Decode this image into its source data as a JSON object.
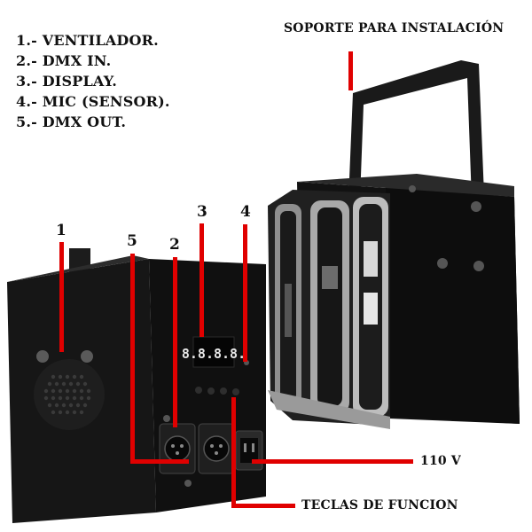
{
  "legend": {
    "items": [
      "1.- VENTILADOR.",
      "2.- DMX IN.",
      "3.- DISPLAY.",
      "4.- MIC (SENSOR).",
      "5.- DMX OUT."
    ]
  },
  "callouts": {
    "bracket": "SOPORTE PARA INSTALACIÓN",
    "n1": "1",
    "n2": "2",
    "n3": "3",
    "n4": "4",
    "n5": "5",
    "voltage": "110 V",
    "keys": "TECLAS DE FUNCION"
  },
  "display": {
    "digits": "8.8.8.8."
  },
  "colors": {
    "callout_line": "#e00000",
    "housing": "#141414",
    "text": "#111111",
    "background": "#ffffff"
  }
}
